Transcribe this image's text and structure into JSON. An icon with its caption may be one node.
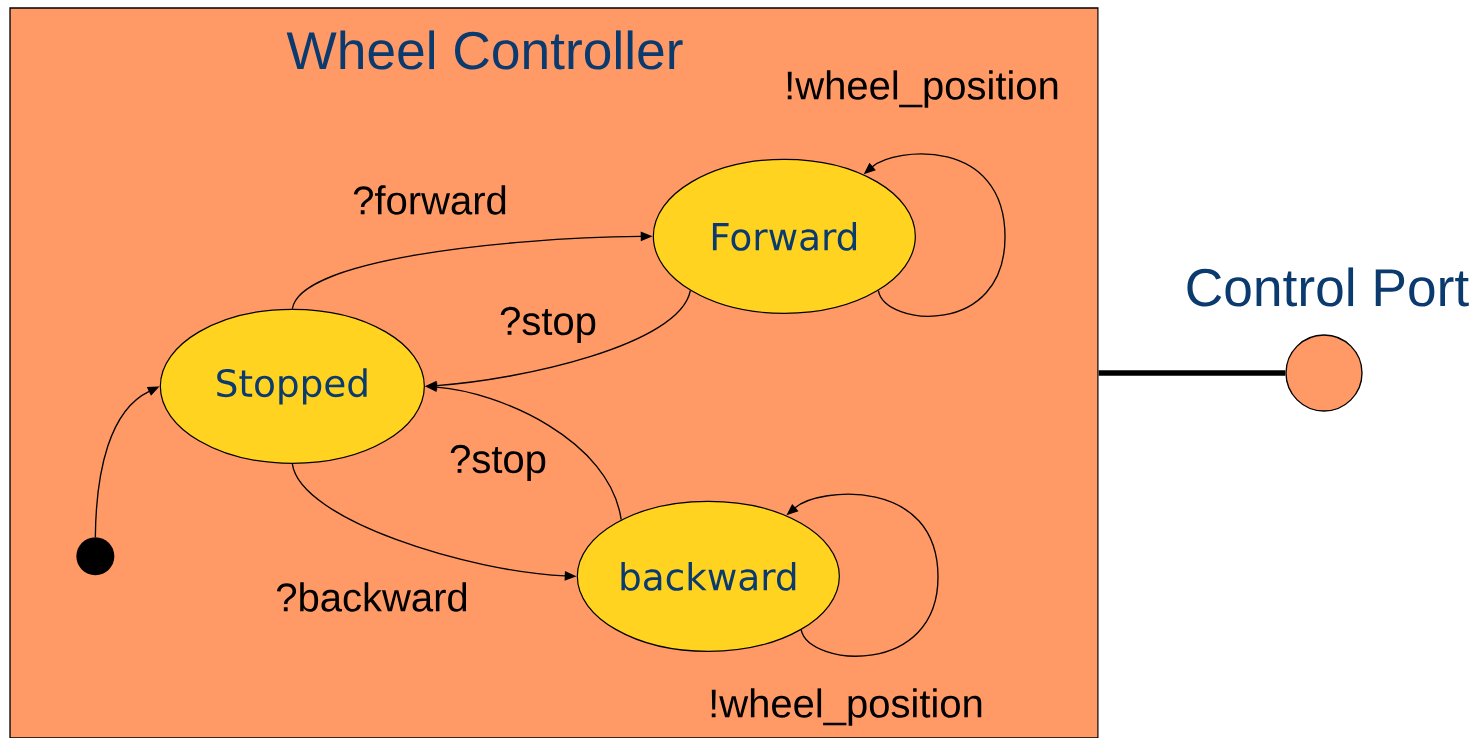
{
  "diagram": {
    "nodes": [
      {
        "text": [
          "Wheel Controller"
        ]
      },
      {
        "text": [
          "Forward"
        ],
        "in": 0
      },
      {
        "text": [
          "Stopped"
        ],
        "in": 0
      },
      {
        "text": [
          "backward"
        ],
        "in": 0
      },
      {
        "text": [],
        "shape": "circle",
        "in": 0
      },
      {
        "text": [
          "Control Port"
        ]
      }
    ],
    "edges": [
      {
        "from": 4,
        "to": 2,
        "arrow": "to"
      },
      {
        "from": 2,
        "to": 1,
        "arrow": "to",
        "label": "?forward"
      },
      {
        "from": 1,
        "to": 2,
        "arrow": "to",
        "label": "?stop"
      },
      {
        "from": 3,
        "to": 2,
        "arrow": "to",
        "label": "?stop"
      },
      {
        "from": 2,
        "to": 3,
        "arrow": "to",
        "label": "?backward"
      },
      {
        "from": 1,
        "to": 1,
        "arrow": "to",
        "label": "!wheel_position"
      },
      {
        "from": 3,
        "to": 3,
        "arrow": "to",
        "label": "!wheel_position"
      },
      {
        "from": 0,
        "to": 5,
        "arrow": "none",
        "style": "thick"
      }
    ]
  }
}
